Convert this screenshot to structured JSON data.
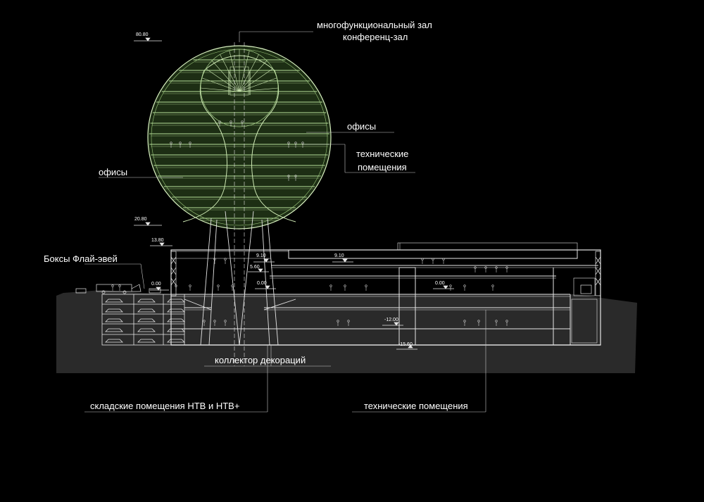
{
  "labels": {
    "hall": "многофункциональный зал",
    "conference": "конференц-зал",
    "offices_right": "офисы",
    "technical_right_1": "технические",
    "technical_right_2": "помещения",
    "offices_left": "офисы",
    "boxes": "Боксы Флай-эвей",
    "collector": "коллектор декораций",
    "storage": "складские помещения НТВ и НТВ+",
    "technical_bottom": "технические помещения"
  },
  "elevations": {
    "top": "80.80",
    "e20": "20.80",
    "e13": "13.80",
    "e0_left": "0.00",
    "e9_a": "9.10",
    "e9_b": "9.10",
    "e5": "5.60",
    "e0_mid": "0.00",
    "e0_right": "0.00",
    "em12": "-12.00",
    "em15": "-15.60"
  },
  "colors": {
    "background": "#000000",
    "sphere_fill": "#1d2e14",
    "sphere_line": "#b8e09a",
    "line": "#e6e6e6",
    "ground": "#2a2a2a"
  }
}
